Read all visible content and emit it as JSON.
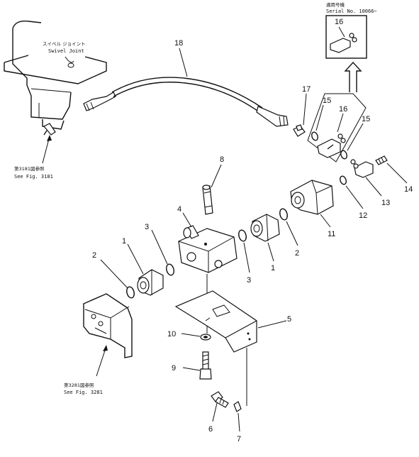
{
  "labels": {
    "swivel_jp": "スイベル ジョイント",
    "swivel_en": "Swivel Joint",
    "ref1_jp": "第3181図参照",
    "ref1_en": "See Fig. 3181",
    "ref2_jp": "第3281図参照",
    "ref2_en": "See Fig. 3281",
    "serial_jp": "適用号機",
    "serial_en": "Serial No. 10066~"
  },
  "callouts": {
    "c18": "18",
    "c17": "17",
    "c16a": "16",
    "c16b": "16",
    "c15a": "15",
    "c15b": "15",
    "c14": "14",
    "c13": "13",
    "c12": "12",
    "c11": "11",
    "c8": "8",
    "c4": "4",
    "c3a": "3",
    "c3b": "3",
    "c1a": "1",
    "c1b": "1",
    "c2a": "2",
    "c2b": "2",
    "c5": "5",
    "c10": "10",
    "c9": "9",
    "c6": "6",
    "c7": "7"
  }
}
